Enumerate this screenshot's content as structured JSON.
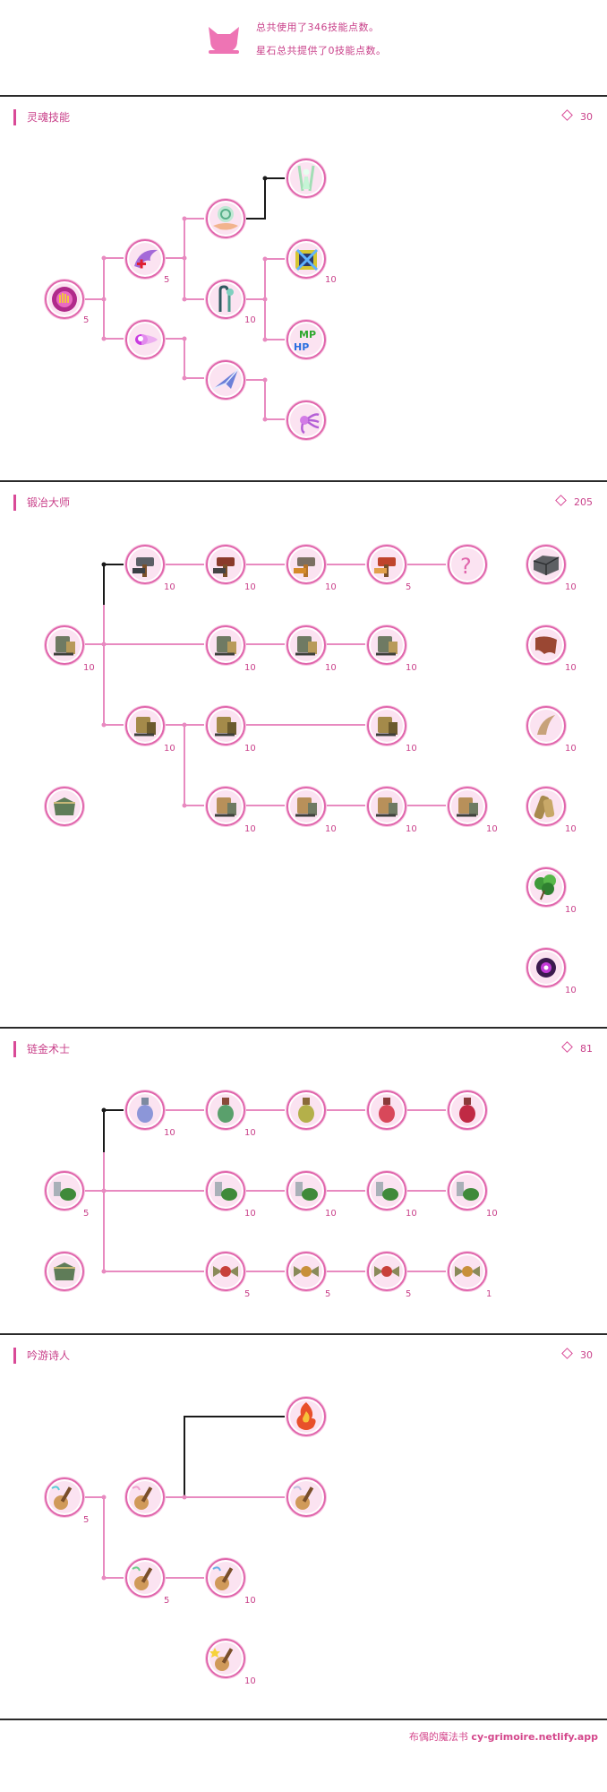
{
  "summary": {
    "used_text": "总共使用了346技能点数。",
    "stone_text": "星石总共提供了0技能点数。"
  },
  "sections": [
    {
      "title": "灵魂技能",
      "points": "30"
    },
    {
      "title": "锻冶大师",
      "points": "205"
    },
    {
      "title": "链金术士",
      "points": "81"
    },
    {
      "title": "吟游诗人",
      "points": "30"
    }
  ],
  "footer": {
    "label": "布偶的魔法书",
    "url": "cy-grimoire.netlify.app"
  },
  "icons": {
    "soul": [
      "soul-hand-icon",
      "wing-heal-icon",
      "spirit-orb-icon",
      "palm-swirl-icon",
      "staff-icon",
      "arrow-icon",
      "angel-figure-icon",
      "crossed-shield-icon",
      "mp-hp-icon",
      "tentacle-icon"
    ],
    "smith": [
      "hammer-icon",
      "anvil-tool-icon",
      "mystery-icon",
      "ore-icon",
      "hide-icon",
      "claw-icon",
      "wood-icon",
      "herb-icon",
      "dark-orb-icon",
      "bag-icon"
    ],
    "alch": [
      "potion-icon",
      "flask-icon",
      "bag-icon"
    ],
    "bard": [
      "guitar-icon",
      "fire-guitar-icon"
    ]
  },
  "colors": {
    "accent": "#d94a97",
    "line": "#e88ac0",
    "node_fill": "#fbe3f1",
    "dark_line": "#1a1a1a"
  }
}
